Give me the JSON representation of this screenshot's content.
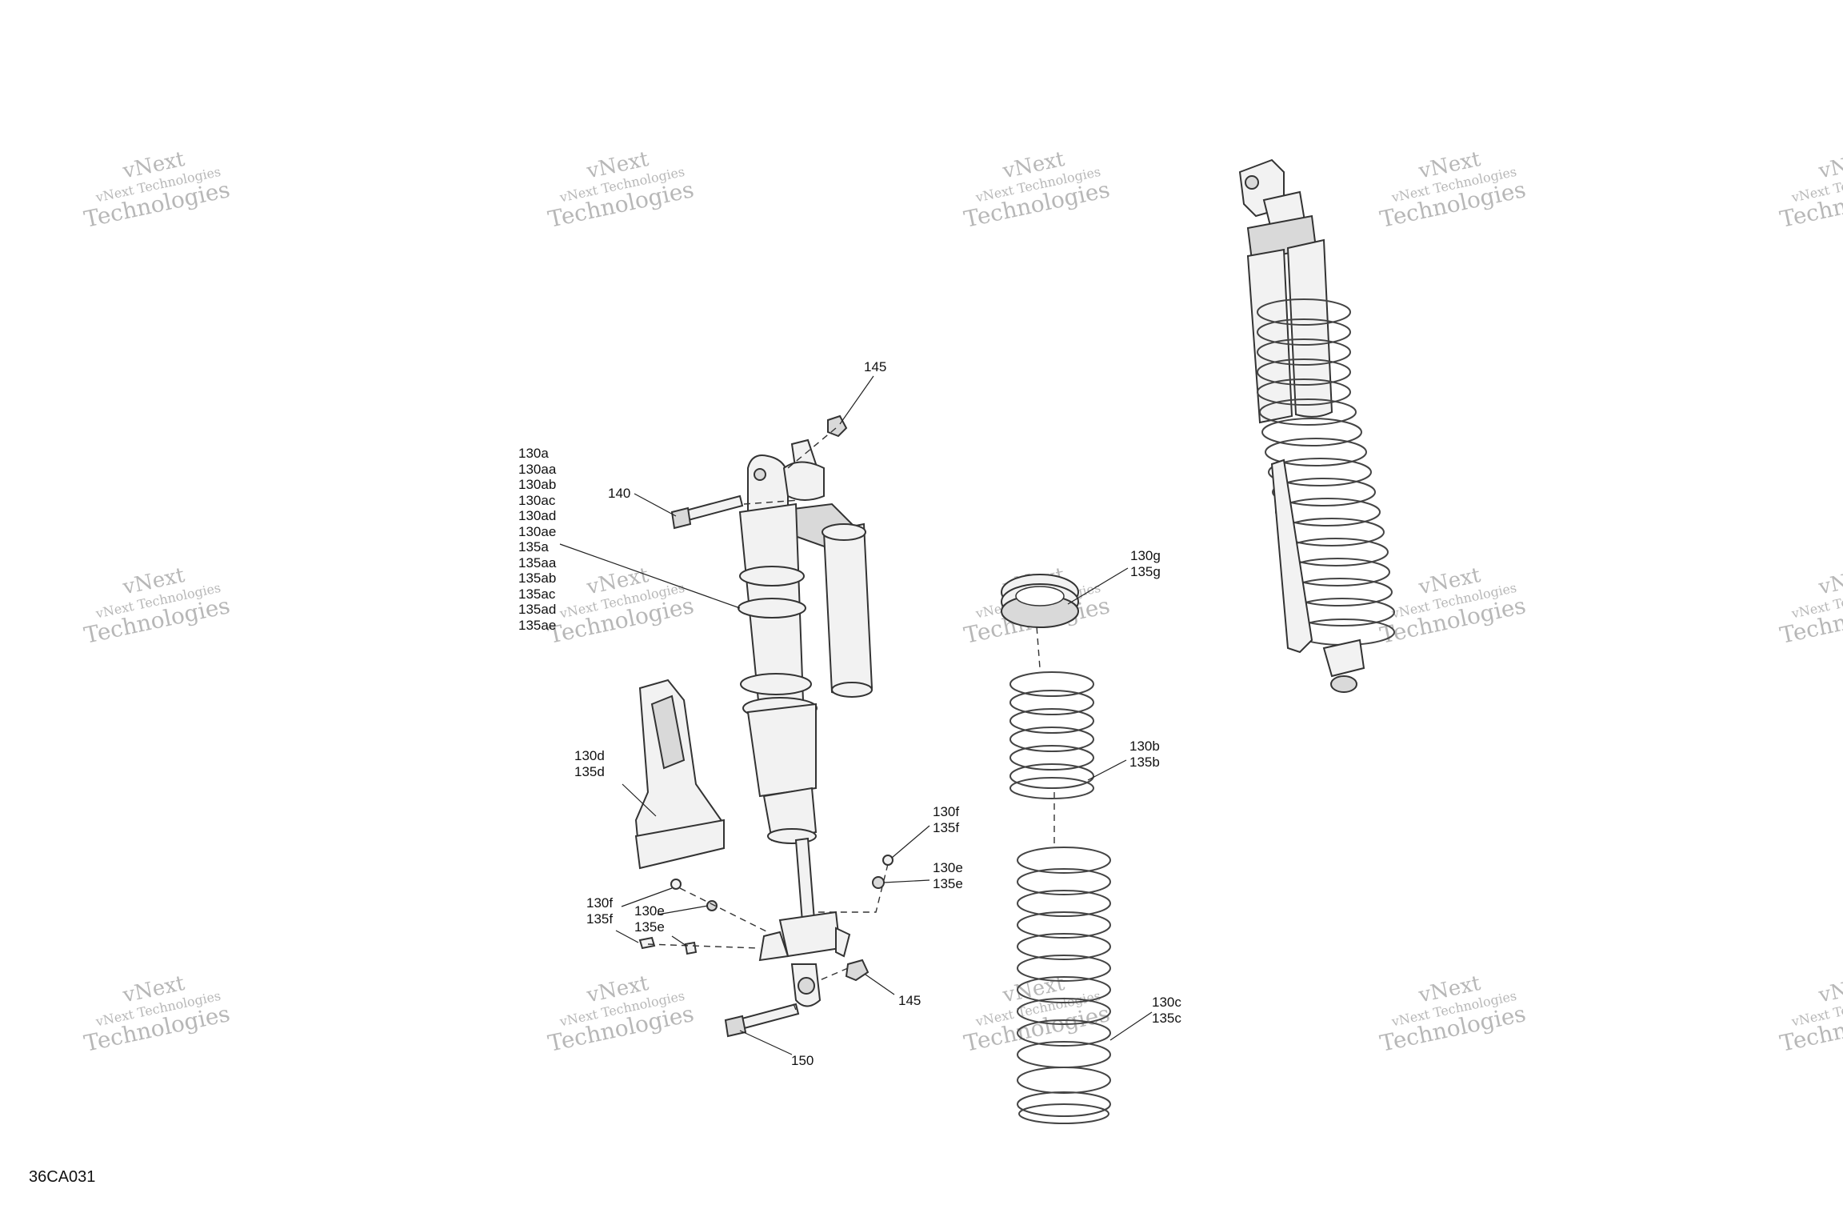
{
  "watermark": {
    "line1": "vNext Technologies",
    "line2": "vNext",
    "line3": "Technologies"
  },
  "drawing_id": "36CA031",
  "callouts": {
    "c145_top": "145",
    "c140": "140",
    "c130a_group": [
      "130a",
      "130aa",
      "130ab",
      "130ac",
      "130ad",
      "130ae",
      "135a",
      "135aa",
      "135ab",
      "135ac",
      "135ad",
      "135ae"
    ],
    "c130g": "130g",
    "c135g": "135g",
    "c130d": "130d",
    "c135d": "135d",
    "c130b": "130b",
    "c135b": "135b",
    "c130f_right": "130f",
    "c135f_right": "135f",
    "c130e_right": "130e",
    "c135e_right": "135e",
    "c130f_left": "130f",
    "c135f_left": "135f",
    "c130e_left": "130e",
    "c135e_left": "135e",
    "c145_bottom": "145",
    "c150": "150",
    "c130c": "130c",
    "c135c": "135c"
  }
}
